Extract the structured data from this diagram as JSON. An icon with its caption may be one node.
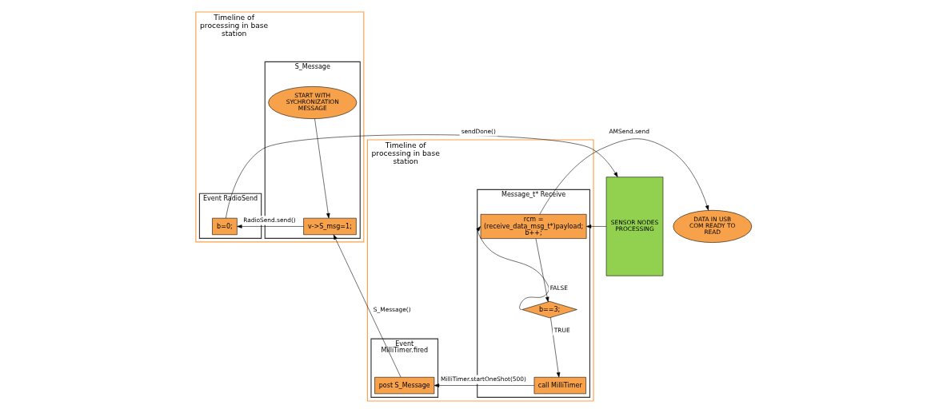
{
  "diagram": {
    "nodes": [
      {
        "text": [
          "Timeline of processing in base station"
        ]
      },
      {
        "text": [
          "S_Message"
        ],
        "in": 0
      },
      {
        "text": [
          "Event RadioSend"
        ],
        "in": 0
      },
      {
        "text": [
          "START WITH SYCHRONIZATION MESSAGE"
        ],
        "in": 1
      },
      {
        "text": [
          "v->S_msg=1;"
        ],
        "in": 1
      },
      {
        "text": [
          "b=0;"
        ],
        "in": 2
      },
      {
        "text": [
          "SENSOR NODES PROCESSING"
        ]
      },
      {
        "text": [
          "Timeline of processing in base station"
        ]
      },
      {
        "text": [
          "Message_t* Receive"
        ],
        "in": 7
      },
      {
        "text": [
          "Event MilliTimer.fired"
        ],
        "in": 7
      },
      {
        "text": [
          "rcm = (receive_data_msg_t*)payload;",
          "b++;"
        ],
        "in": 8
      },
      {
        "text": [
          "b==3;"
        ],
        "in": 8
      },
      {
        "text": [
          "call MilliTimer"
        ],
        "in": 8
      },
      {
        "text": [
          "post S_Message"
        ],
        "in": 9
      },
      {
        "text": [
          "DATA IN USB COM READY TO READ"
        ]
      }
    ],
    "edges": [
      {
        "from": 3,
        "to": 4,
        "arrow": "to"
      },
      {
        "from": 4,
        "to": 5,
        "arrow": "to",
        "label": "RadioSend.send()"
      },
      {
        "from": 5,
        "to": 6,
        "arrow": "to",
        "label": "sendDone()"
      },
      {
        "from": 6,
        "to": 10,
        "arrow": "to"
      },
      {
        "from": 10,
        "to": 14,
        "arrow": "to",
        "label": "AMSend.send"
      },
      {
        "from": 10,
        "to": 11,
        "arrow": "to"
      },
      {
        "from": 11,
        "to": 10,
        "arrow": "to",
        "label": "FALSE"
      },
      {
        "from": 11,
        "to": 12,
        "arrow": "to",
        "label": "TRUE"
      },
      {
        "from": 12,
        "to": 13,
        "arrow": "to",
        "label": "MilliTimer.startOneShot(500)"
      },
      {
        "from": 13,
        "to": 4,
        "arrow": "to",
        "label": "S_Message()"
      }
    ]
  }
}
